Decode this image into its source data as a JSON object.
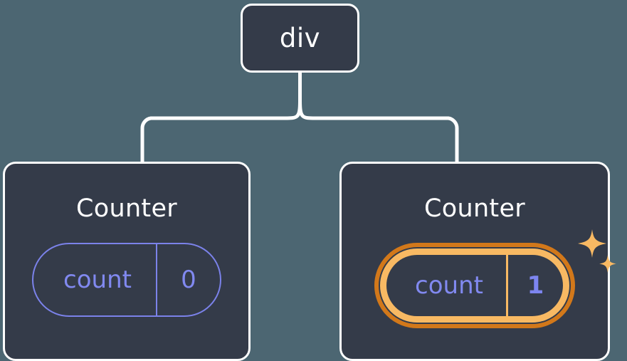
{
  "diagram": {
    "type": "component-tree",
    "background_color": "#4c6672",
    "node_fill_color": "#343b49",
    "node_border_color": "#ffffff",
    "accent_color": "#8189f0",
    "highlight_outer_color": "#d2781a",
    "highlight_inner_color": "#f8b963",
    "connector_color": "#ffffff"
  },
  "root": {
    "label": "div"
  },
  "children": [
    {
      "label": "Counter",
      "state": {
        "key": "count",
        "value": "0"
      },
      "highlighted": false
    },
    {
      "label": "Counter",
      "state": {
        "key": "count",
        "value": "1"
      },
      "highlighted": true
    }
  ],
  "icons": {
    "sparkle_large": "sparkle-icon",
    "sparkle_small": "sparkle-icon"
  }
}
